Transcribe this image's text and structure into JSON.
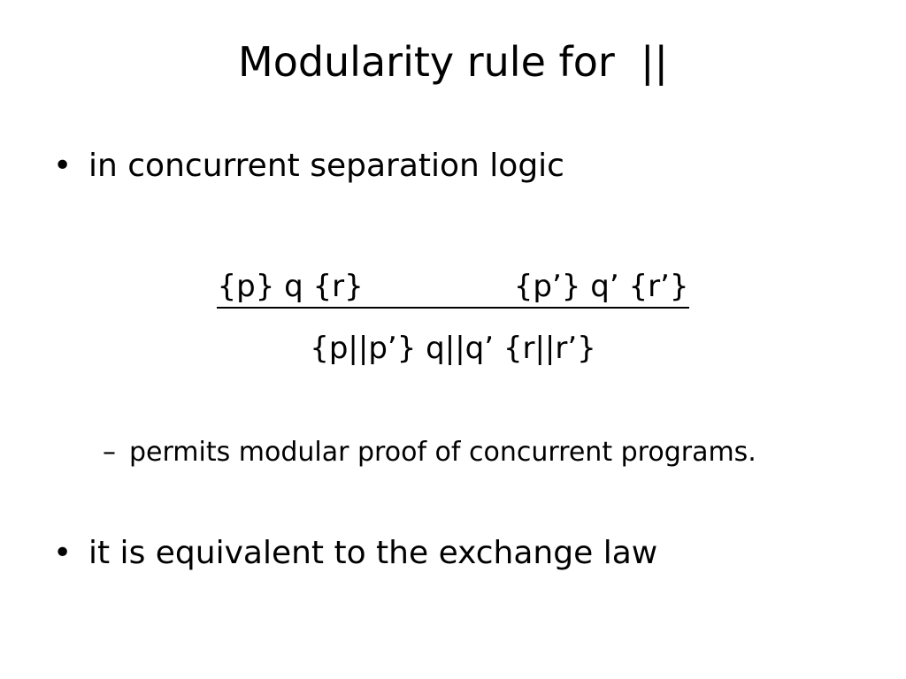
{
  "slide": {
    "title": "Modularity rule for  ||",
    "bullets": [
      {
        "marker": "•",
        "text": "in concurrent separation logic"
      },
      {
        "marker": "•",
        "text": "it is equivalent to the exchange law"
      }
    ],
    "rule": {
      "premise_left": "{p} q {r}",
      "premise_right": "{p’} q’ {r’}",
      "conclusion": "{p||p’} q||q’ {r||r’}"
    },
    "sub_bullet": {
      "marker": "–",
      "text": "permits modular proof of concurrent programs."
    }
  }
}
